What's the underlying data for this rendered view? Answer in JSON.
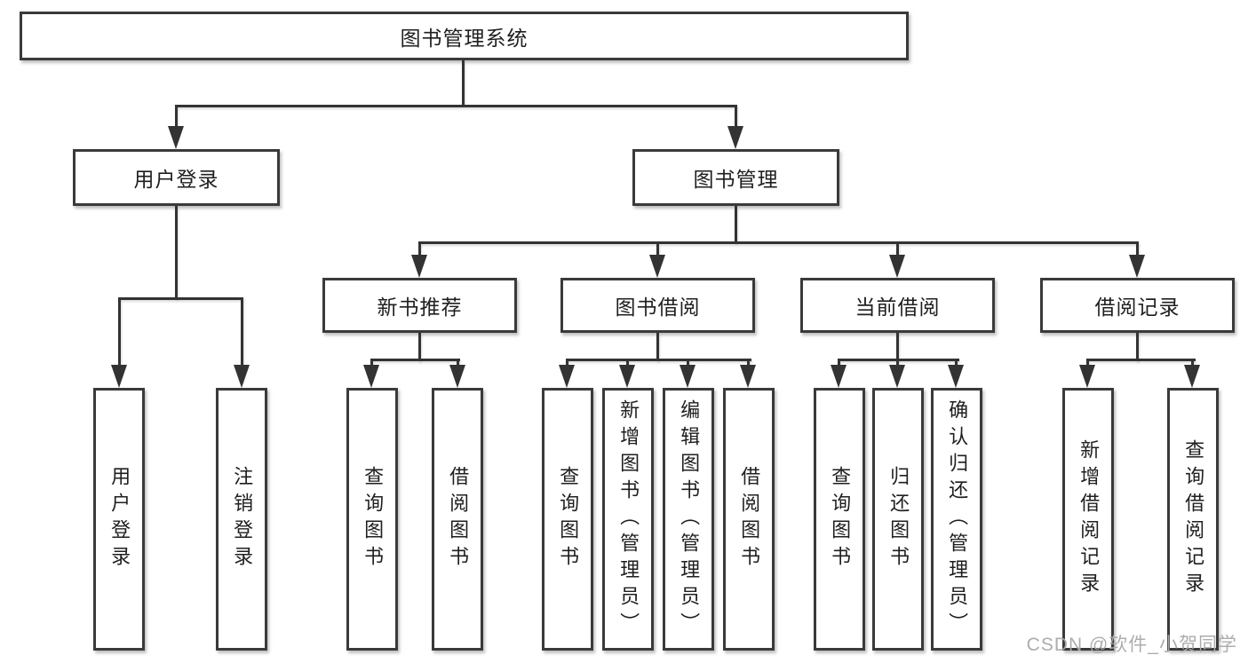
{
  "root": {
    "label": "图书管理系统"
  },
  "branches": {
    "login": {
      "label": "用户登录",
      "children": [
        {
          "label": "用户登录"
        },
        {
          "label": "注销登录"
        }
      ]
    },
    "management": {
      "label": "图书管理",
      "sections": [
        {
          "label": "新书推荐",
          "children": [
            {
              "label": "查询图书"
            },
            {
              "label": "借阅图书"
            }
          ]
        },
        {
          "label": "图书借阅",
          "children": [
            {
              "label": "查询图书"
            },
            {
              "label": "新增图书（管理员）"
            },
            {
              "label": "编辑图书（管理员）"
            },
            {
              "label": "借阅图书"
            }
          ]
        },
        {
          "label": "当前借阅",
          "children": [
            {
              "label": "查询图书"
            },
            {
              "label": "归还图书"
            },
            {
              "label": "确认归还（管理员）"
            }
          ]
        },
        {
          "label": "借阅记录",
          "children": [
            {
              "label": "新增借阅记录"
            },
            {
              "label": "查询借阅记录"
            }
          ]
        }
      ]
    }
  },
  "watermark": "CSDN @软件_小贺同学",
  "colors": {
    "line": "#333333",
    "box_border": "#3a3a3a",
    "text": "#1f1f1f",
    "background": "#ffffff",
    "watermark": "#a9a9a9"
  }
}
